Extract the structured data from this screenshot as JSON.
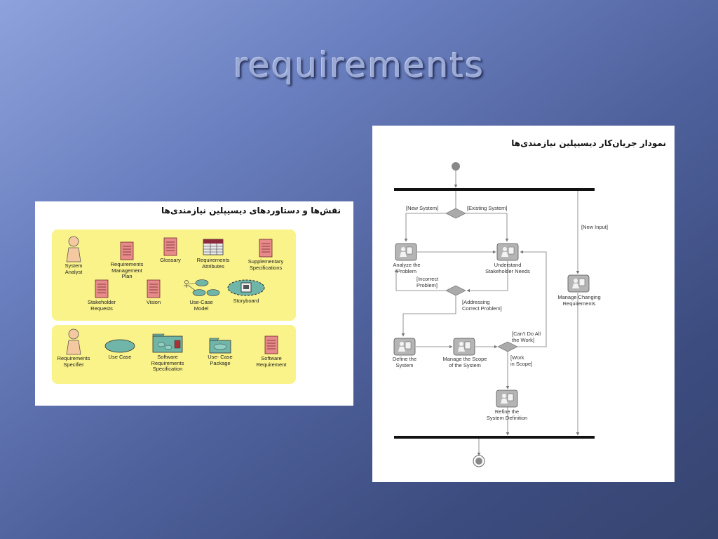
{
  "slide": {
    "title": "requirements"
  },
  "left_panel": {
    "heading": "نقش‌ها و دستاوردهای دیسیپلین نیازمندی‌ها",
    "top_group": [
      {
        "label": "System\nAnalyst",
        "icon": "actor-icon"
      },
      {
        "label": "Requirements\nManagement\nPlan",
        "icon": "document-icon"
      },
      {
        "label": "Glossary",
        "icon": "document-icon"
      },
      {
        "label": "Requirements\nAttributes",
        "icon": "database-icon"
      },
      {
        "label": "Supplementary\nSpecifications",
        "icon": "document-icon"
      },
      {
        "label": "Stakeholder\nRequests",
        "icon": "document-icon"
      },
      {
        "label": "Vision",
        "icon": "document-icon"
      },
      {
        "label": "Use-Case\nModel",
        "icon": "use-case-model-icon"
      },
      {
        "label": "Storyboard",
        "icon": "storyboard-icon"
      }
    ],
    "bottom_group": [
      {
        "label": "Requirements\nSpecifier",
        "icon": "actor-icon"
      },
      {
        "label": "Use Case",
        "icon": "use-case-icon"
      },
      {
        "label": "Software\nRequirements\nSpecification",
        "icon": "package-icon"
      },
      {
        "label": "Use- Case\nPackage",
        "icon": "package-icon"
      },
      {
        "label": "Software\nRequirement",
        "icon": "document-icon"
      }
    ],
    "colors": {
      "group_fill": "#faf38a",
      "document_fill": "#e98a8a",
      "use_case_fill": "#6fb5a8"
    }
  },
  "right_panel": {
    "heading": "نمودار جریان‌کار دیسیپلین نیازمندی‌ها",
    "activities": [
      {
        "id": "analyze",
        "label": "Analyze the\nProblem"
      },
      {
        "id": "understand",
        "label": "Understand\nStakeholder Needs"
      },
      {
        "id": "manage_changing",
        "label": "Manage Changing\nRequirements"
      },
      {
        "id": "define",
        "label": "Define the\nSystem"
      },
      {
        "id": "manage_scope",
        "label": "Manage the Scope\nof the System"
      },
      {
        "id": "refine",
        "label": "Refine the\nSystem Definition"
      }
    ],
    "guards": {
      "new_system": "[New System]",
      "existing_system": "[Existing System]",
      "new_input": "[New Input]",
      "incorrect_problem": "[Incorrect\nProblem]",
      "addressing": "[Addressing\nCorrect Problem]",
      "cant_do_all": "[Can't Do All\nthe Work]",
      "work_in_scope": "[Work\nin Scope]"
    }
  }
}
